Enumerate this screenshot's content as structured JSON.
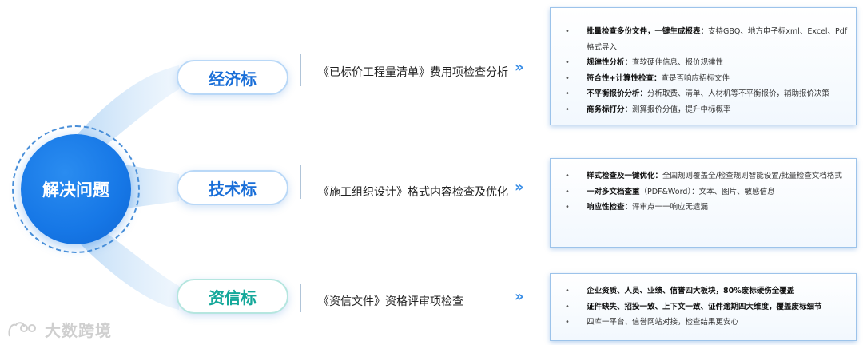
{
  "hub": {
    "label": "解决问题"
  },
  "rows": [
    {
      "name": "经济标",
      "description": "《已标价工程量清单》费用项检查分析",
      "items": [
        {
          "bold": "批量检查多份文件，一键生成报表：",
          "text": "支持GBQ、地方电子标xml、Excel、Pdf格式导入"
        },
        {
          "bold": "规律性分析：",
          "text": "查软硬件信息、报价规律性"
        },
        {
          "bold": "符合性+计算性检查：",
          "text": "查是否响应招标文件"
        },
        {
          "bold": "不平衡报价分析：",
          "text": "分析取费、清单、人材机等不平衡报价，辅助报价决策"
        },
        {
          "bold": "商务标打分：",
          "text": "测算报价分值，提升中标概率"
        }
      ]
    },
    {
      "name": "技术标",
      "description": "《施工组织设计》格式内容检查及优化",
      "items": [
        {
          "bold": "样式检查及一键优化：",
          "text": "全国规则覆盖全/检查规则智能设置/批量检查文档格式"
        },
        {
          "bold": "一对多文档查重",
          "text": "（PDF&Word）：文本、图片、敏感信息"
        },
        {
          "bold": "响应性检查：",
          "text": "评审点一一响应无遗漏"
        }
      ]
    },
    {
      "name": "资信标",
      "description": "《资信文件》资格评审项检查",
      "items": [
        {
          "bold": "企业资质、人员、业绩、信誉四大板块，80%废标硬伤全覆盖",
          "text": ""
        },
        {
          "bold": "证件缺失、招投一致、上下文一致、证件逾期四大维度，覆盖废标细节",
          "text": ""
        },
        {
          "bold": "",
          "text": "四库一平台、信誉网站对接，检查结果更安心"
        }
      ]
    }
  ],
  "chevron": "»",
  "watermark": {
    "text": "大数跨境"
  },
  "colors": {
    "hub": "#1677e6",
    "accent_blue": "#1a6fd8",
    "accent_teal": "#14a89a",
    "box_border": "#9cc3ea"
  }
}
